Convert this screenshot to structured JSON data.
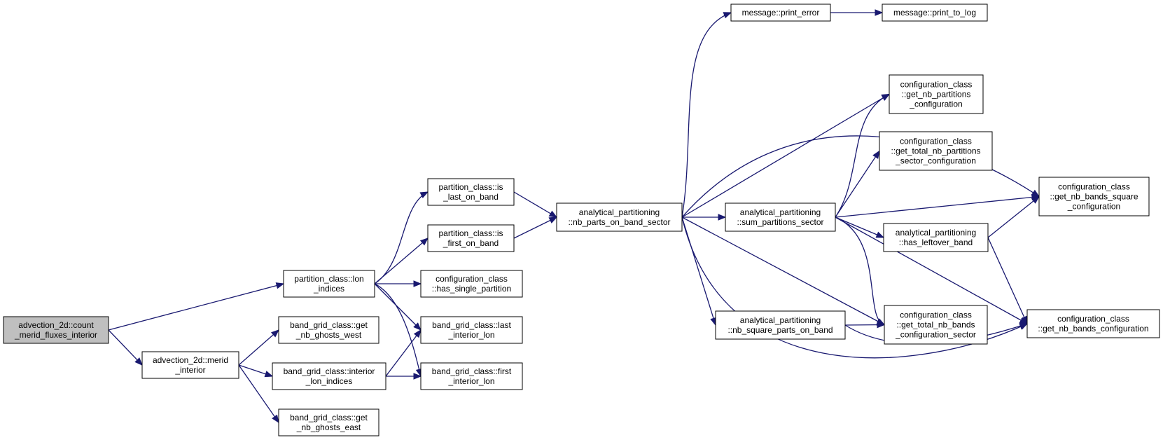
{
  "colors": {
    "edge": "#191970",
    "node_fill": "#ffffff",
    "root_fill": "#bfbfbf",
    "node_border": "#000000"
  },
  "nodes": [
    {
      "id": "root",
      "lines": [
        "advection_2d::count",
        "_merid_fluxes_interior"
      ],
      "highlight": true
    },
    {
      "id": "merid_interior",
      "lines": [
        "advection_2d::merid",
        "_interior"
      ]
    },
    {
      "id": "lon_indices",
      "lines": [
        "partition_class::lon",
        "_indices"
      ]
    },
    {
      "id": "get_nb_ghosts_west",
      "lines": [
        "band_grid_class::get",
        "_nb_ghosts_west"
      ]
    },
    {
      "id": "interior_lon_indices",
      "lines": [
        "band_grid_class::interior",
        "_lon_indices"
      ]
    },
    {
      "id": "get_nb_ghosts_east",
      "lines": [
        "band_grid_class::get",
        "_nb_ghosts_east"
      ]
    },
    {
      "id": "is_last_on_band",
      "lines": [
        "partition_class::is",
        "_last_on_band"
      ]
    },
    {
      "id": "is_first_on_band",
      "lines": [
        "partition_class::is",
        "_first_on_band"
      ]
    },
    {
      "id": "has_single_partition",
      "lines": [
        "configuration_class",
        "::has_single_partition"
      ]
    },
    {
      "id": "last_interior_lon",
      "lines": [
        "band_grid_class::last",
        "_interior_lon"
      ]
    },
    {
      "id": "first_interior_lon",
      "lines": [
        "band_grid_class::first",
        "_interior_lon"
      ]
    },
    {
      "id": "nb_parts_on_band_sector",
      "lines": [
        "analytical_partitioning",
        "::nb_parts_on_band_sector"
      ]
    },
    {
      "id": "print_error",
      "lines": [
        "message::print_error"
      ]
    },
    {
      "id": "print_to_log",
      "lines": [
        "message::print_to_log"
      ]
    },
    {
      "id": "sum_partitions_sector",
      "lines": [
        "analytical_partitioning",
        "::sum_partitions_sector"
      ]
    },
    {
      "id": "nb_square_parts_on_band",
      "lines": [
        "analytical_partitioning",
        "::nb_square_parts_on_band"
      ]
    },
    {
      "id": "get_nb_partitions_configuration",
      "lines": [
        "configuration_class",
        "::get_nb_partitions",
        "_configuration"
      ]
    },
    {
      "id": "get_total_nb_partitions_sector_configuration",
      "lines": [
        "configuration_class",
        "::get_total_nb_partitions",
        "_sector_configuration"
      ]
    },
    {
      "id": "has_leftover_band",
      "lines": [
        "analytical_partitioning",
        "::has_leftover_band"
      ]
    },
    {
      "id": "get_total_nb_bands_configuration_sector",
      "lines": [
        "configuration_class",
        "::get_total_nb_bands",
        "_configuration_sector"
      ]
    },
    {
      "id": "get_nb_bands_square_configuration",
      "lines": [
        "configuration_class",
        "::get_nb_bands_square",
        "_configuration"
      ]
    },
    {
      "id": "get_nb_bands_configuration",
      "lines": [
        "configuration_class",
        "::get_nb_bands_configuration"
      ]
    }
  ],
  "edges": [
    {
      "from": "root",
      "to": "lon_indices"
    },
    {
      "from": "root",
      "to": "merid_interior"
    },
    {
      "from": "merid_interior",
      "to": "get_nb_ghosts_west"
    },
    {
      "from": "merid_interior",
      "to": "interior_lon_indices"
    },
    {
      "from": "merid_interior",
      "to": "get_nb_ghosts_east"
    },
    {
      "from": "lon_indices",
      "to": "is_last_on_band"
    },
    {
      "from": "lon_indices",
      "to": "is_first_on_band"
    },
    {
      "from": "lon_indices",
      "to": "has_single_partition"
    },
    {
      "from": "lon_indices",
      "to": "last_interior_lon"
    },
    {
      "from": "lon_indices",
      "to": "first_interior_lon"
    },
    {
      "from": "interior_lon_indices",
      "to": "last_interior_lon"
    },
    {
      "from": "interior_lon_indices",
      "to": "first_interior_lon"
    },
    {
      "from": "is_last_on_band",
      "to": "nb_parts_on_band_sector"
    },
    {
      "from": "is_first_on_band",
      "to": "nb_parts_on_band_sector"
    },
    {
      "from": "nb_parts_on_band_sector",
      "to": "print_error"
    },
    {
      "from": "nb_parts_on_band_sector",
      "to": "sum_partitions_sector"
    },
    {
      "from": "nb_parts_on_band_sector",
      "to": "get_nb_partitions_configuration"
    },
    {
      "from": "nb_parts_on_band_sector",
      "to": "get_nb_bands_square_configuration"
    },
    {
      "from": "nb_parts_on_band_sector",
      "to": "nb_square_parts_on_band"
    },
    {
      "from": "nb_parts_on_band_sector",
      "to": "get_total_nb_bands_configuration_sector"
    },
    {
      "from": "nb_parts_on_band_sector",
      "to": "get_nb_bands_configuration"
    },
    {
      "from": "print_error",
      "to": "print_to_log"
    },
    {
      "from": "sum_partitions_sector",
      "to": "get_nb_partitions_configuration"
    },
    {
      "from": "sum_partitions_sector",
      "to": "get_total_nb_partitions_sector_configuration"
    },
    {
      "from": "sum_partitions_sector",
      "to": "get_nb_bands_square_configuration"
    },
    {
      "from": "sum_partitions_sector",
      "to": "has_leftover_band"
    },
    {
      "from": "sum_partitions_sector",
      "to": "get_total_nb_bands_configuration_sector"
    },
    {
      "from": "sum_partitions_sector",
      "to": "get_nb_bands_configuration"
    },
    {
      "from": "has_leftover_band",
      "to": "get_nb_bands_square_configuration"
    },
    {
      "from": "has_leftover_band",
      "to": "get_nb_bands_configuration"
    },
    {
      "from": "nb_square_parts_on_band",
      "to": "get_total_nb_bands_configuration_sector"
    },
    {
      "from": "nb_square_parts_on_band",
      "to": "get_nb_bands_configuration"
    }
  ]
}
